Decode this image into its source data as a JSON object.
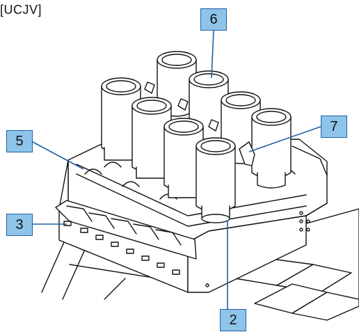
{
  "figure": {
    "header_label": "[UCJV]",
    "callouts": [
      {
        "id": "c6",
        "label": "6"
      },
      {
        "id": "c7",
        "label": "7"
      },
      {
        "id": "c5",
        "label": "5"
      },
      {
        "id": "c3",
        "label": "3"
      },
      {
        "id": "c2",
        "label": "2"
      }
    ],
    "colors": {
      "callout_fill": "#8fc4ea",
      "callout_border": "#1f5fa3",
      "line_art": "#111111"
    }
  }
}
